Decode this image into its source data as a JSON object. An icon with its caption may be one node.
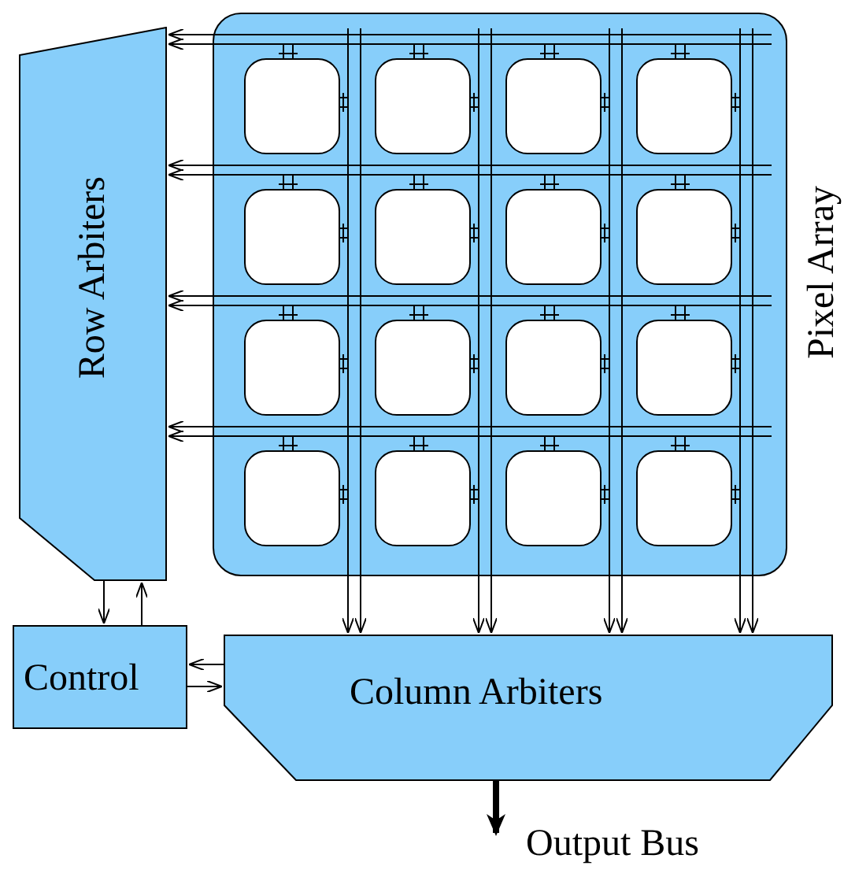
{
  "diagram": {
    "nodes": [
      {
        "text": [
          "Row Arbiters"
        ]
      },
      {
        "text": [
          "Pixel Array"
        ]
      },
      {
        "text": [],
        "shape": "box",
        "in": 1
      },
      {
        "text": [],
        "shape": "box",
        "in": 1
      },
      {
        "text": [],
        "shape": "box",
        "in": 1
      },
      {
        "text": [],
        "shape": "box",
        "in": 1
      },
      {
        "text": [],
        "shape": "box",
        "in": 1
      },
      {
        "text": [],
        "shape": "box",
        "in": 1
      },
      {
        "text": [],
        "shape": "box",
        "in": 1
      },
      {
        "text": [],
        "shape": "box",
        "in": 1
      },
      {
        "text": [],
        "shape": "box",
        "in": 1
      },
      {
        "text": [],
        "shape": "box",
        "in": 1
      },
      {
        "text": [],
        "shape": "box",
        "in": 1
      },
      {
        "text": [],
        "shape": "box",
        "in": 1
      },
      {
        "text": [],
        "shape": "box",
        "in": 1
      },
      {
        "text": [],
        "shape": "box",
        "in": 1
      },
      {
        "text": [],
        "shape": "box",
        "in": 1
      },
      {
        "text": [],
        "shape": "box",
        "in": 1
      },
      {
        "text": [
          "Control"
        ]
      },
      {
        "text": [
          "Column Arbiters"
        ]
      },
      {
        "text": [
          "Output Bus"
        ]
      }
    ],
    "edges": [
      {
        "from": 0,
        "to": 18,
        "arrow": "to"
      },
      {
        "from": 18,
        "to": 0,
        "arrow": "to"
      },
      {
        "from": 19,
        "to": 18,
        "arrow": "to"
      },
      {
        "from": 18,
        "to": 19,
        "arrow": "to"
      },
      {
        "from": 1,
        "to": 0,
        "arrow": "to"
      },
      {
        "from": 1,
        "to": 0,
        "arrow": "to"
      },
      {
        "from": 1,
        "to": 0,
        "arrow": "to"
      },
      {
        "from": 1,
        "to": 0,
        "arrow": "to"
      },
      {
        "from": 1,
        "to": 0,
        "arrow": "to"
      },
      {
        "from": 1,
        "to": 0,
        "arrow": "to"
      },
      {
        "from": 1,
        "to": 0,
        "arrow": "to"
      },
      {
        "from": 1,
        "to": 0,
        "arrow": "to"
      },
      {
        "from": 1,
        "to": 19,
        "arrow": "to"
      },
      {
        "from": 1,
        "to": 19,
        "arrow": "to"
      },
      {
        "from": 1,
        "to": 19,
        "arrow": "to"
      },
      {
        "from": 1,
        "to": 19,
        "arrow": "to"
      },
      {
        "from": 1,
        "to": 19,
        "arrow": "to"
      },
      {
        "from": 1,
        "to": 19,
        "arrow": "to"
      },
      {
        "from": 1,
        "to": 19,
        "arrow": "to"
      },
      {
        "from": 1,
        "to": 19,
        "arrow": "to"
      },
      {
        "from": 19,
        "to": 20,
        "arrow": "to",
        "style": "thick"
      }
    ]
  }
}
